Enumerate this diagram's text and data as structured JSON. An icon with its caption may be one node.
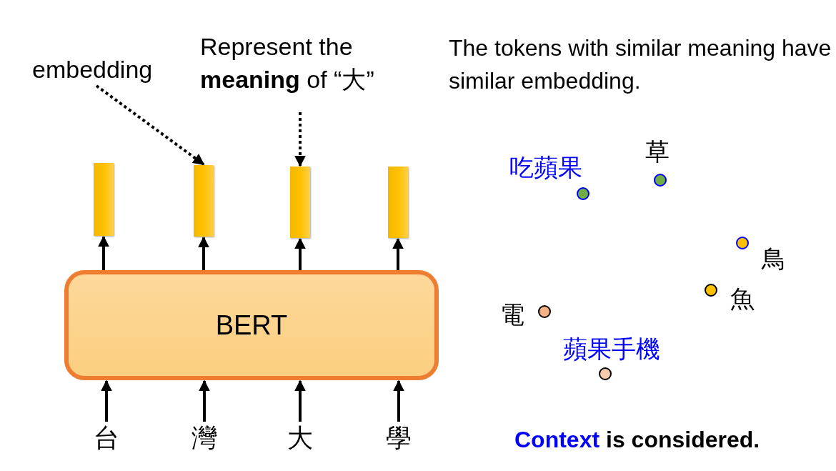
{
  "diagram": {
    "nodes": [
      {
        "text": [
          "embedding"
        ]
      },
      {
        "text": [
          "Represent the **meaning** of “大”"
        ]
      },
      {
        "text": [],
        "shape": "bar"
      },
      {
        "text": [],
        "shape": "bar"
      },
      {
        "text": [],
        "shape": "bar"
      },
      {
        "text": [],
        "shape": "bar"
      },
      {
        "text": [
          "BERT"
        ]
      },
      {
        "text": [
          "台"
        ]
      },
      {
        "text": [
          "灣"
        ]
      },
      {
        "text": [
          "大"
        ]
      },
      {
        "text": [
          "學"
        ]
      }
    ],
    "edges": [
      {
        "from": 0,
        "to": 3,
        "arrow": "to",
        "style": "dashed"
      },
      {
        "from": 1,
        "to": 4,
        "arrow": "to",
        "style": "dashed"
      },
      {
        "from": 6,
        "to": 2,
        "arrow": "to"
      },
      {
        "from": 6,
        "to": 3,
        "arrow": "to"
      },
      {
        "from": 6,
        "to": 4,
        "arrow": "to"
      },
      {
        "from": 6,
        "to": 5,
        "arrow": "to"
      },
      {
        "from": 7,
        "to": 6,
        "arrow": "to"
      },
      {
        "from": 8,
        "to": 6,
        "arrow": "to"
      },
      {
        "from": 9,
        "to": 6,
        "arrow": "to"
      },
      {
        "from": 10,
        "to": 6,
        "arrow": "to"
      }
    ],
    "labels": [
      "The tokens with similar meaning have similar embedding.",
      "草",
      "吃蘋果",
      "鳥",
      "魚",
      "電",
      "蘋果手機",
      "Context is considered."
    ]
  }
}
